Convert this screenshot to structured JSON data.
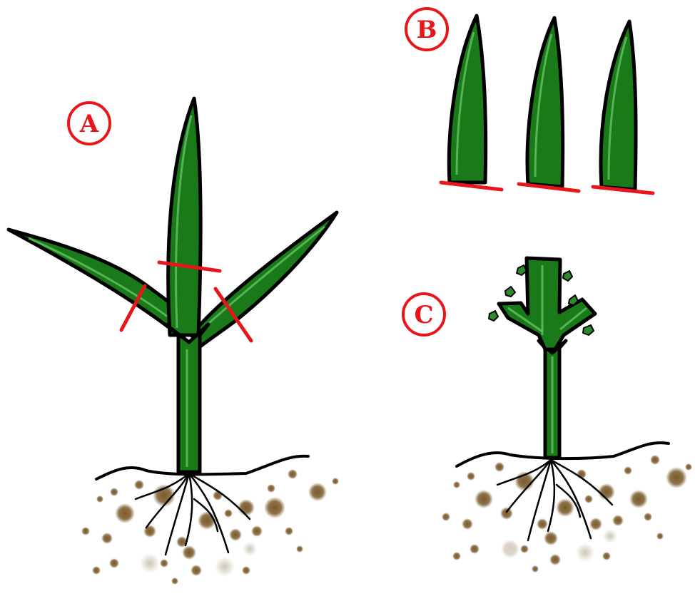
{
  "labels": {
    "a": "A",
    "b": "B",
    "c": "C"
  },
  "colors": {
    "leaf_fill": "#1a7a1a",
    "leaf_highlight": "#6fcf6f",
    "outline": "#000000",
    "cut_line": "#e8151b",
    "label_red": "#e8151b",
    "soil": "#7a5a2a"
  },
  "icons": {
    "cut_marker": "red-cut-line",
    "bud": "green-bud"
  }
}
